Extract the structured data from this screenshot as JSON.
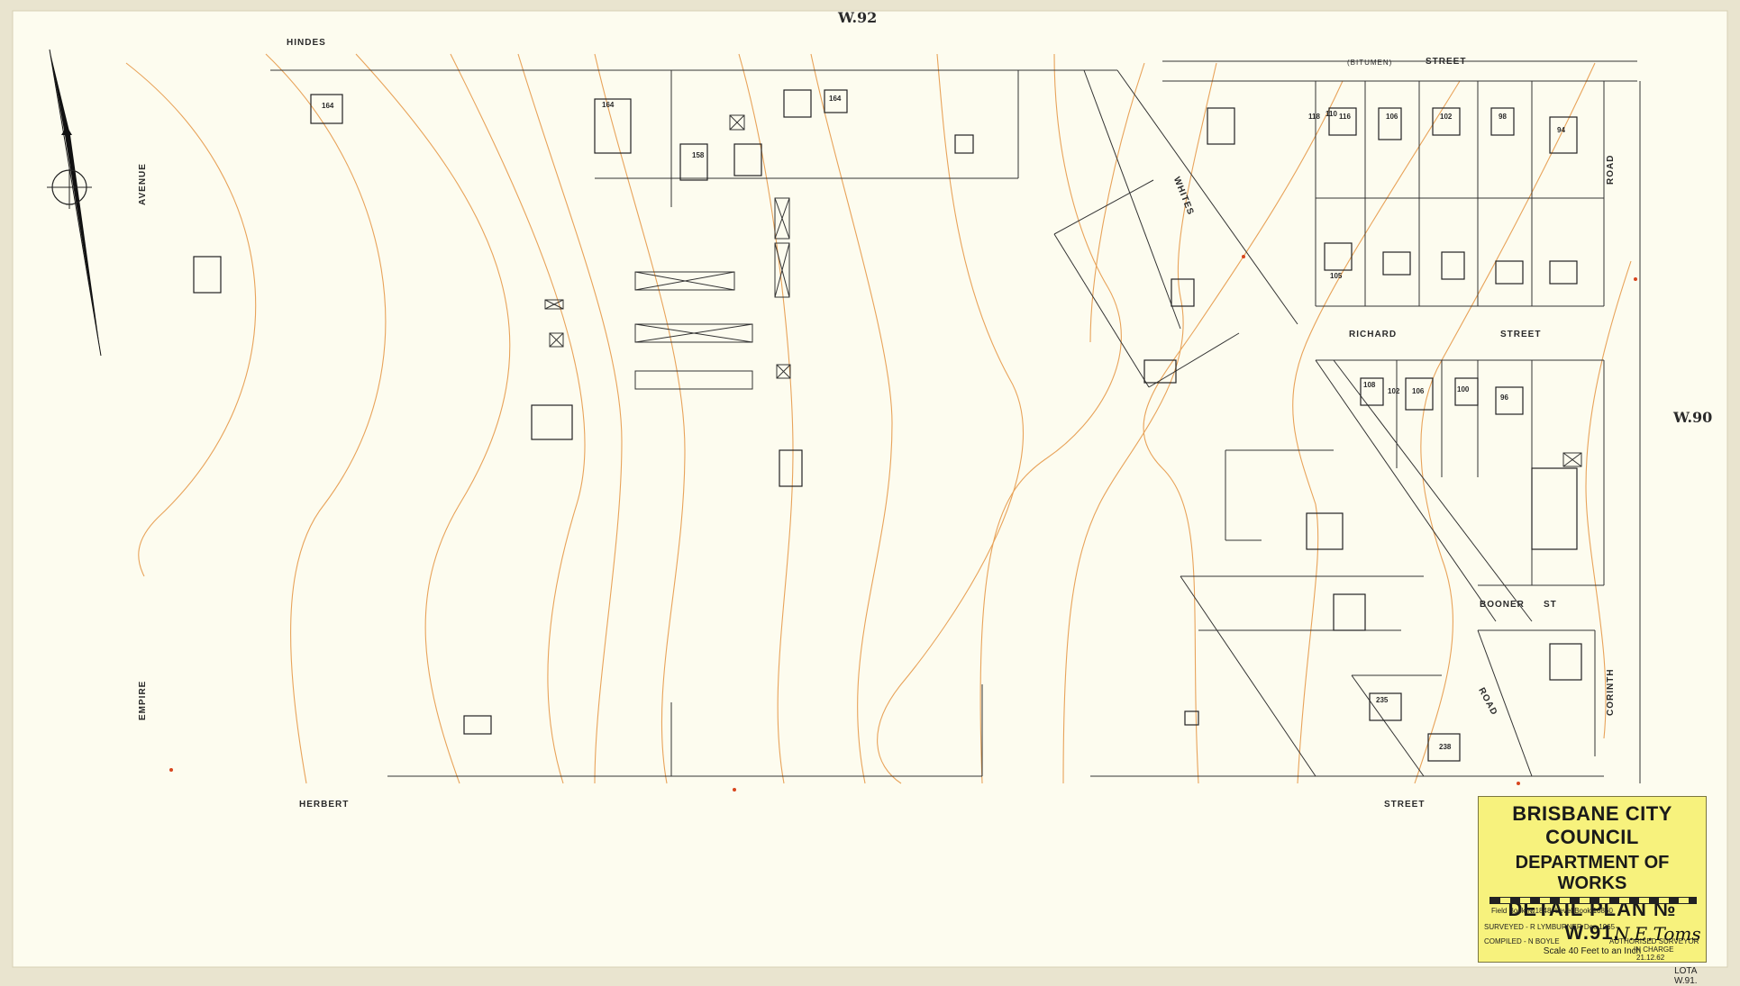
{
  "map": {
    "top_ref": "W.92",
    "right_ref": "W.90",
    "sheet_ref_1": "LOTA",
    "sheet_ref_2": "W.91.",
    "colors": {
      "paper": "#fdfcef",
      "border": "#e9e4cf",
      "ink": "#2a2a2a",
      "contour": "#e8a35a",
      "benchmark": "#d8461e",
      "title_block": "#f7f27d"
    }
  },
  "streets": {
    "hindes": "HINDES",
    "street_top": "STREET",
    "bitumen": "(BITUMEN)",
    "avenue": "AVENUE",
    "empire": "EMPIRE",
    "herbert": "HERBERT",
    "street_bottom": "STREET",
    "whites": "WHITES",
    "road_top": "ROAD",
    "richard": "RICHARD",
    "street_richard": "STREET",
    "booner": "BOONER",
    "st": "ST",
    "road_mid": "ROAD",
    "corinth": "CORINTH"
  },
  "lot_numbers": [
    "164",
    "164",
    "164",
    "158",
    "118",
    "116",
    "110",
    "106",
    "102",
    "98",
    "94",
    "105",
    "108",
    "106",
    "102",
    "100",
    "96",
    "235",
    "238"
  ],
  "title_block": {
    "line1": "BRISBANE CITY COUNCIL",
    "line2": "DEPARTMENT OF WORKS",
    "line3": "DETAIL PLAN № W.91.",
    "scale": "Scale 40 Feet to an Inch",
    "field_book": "Field Book №1848, Level Book 10860",
    "surveyed": "SURVEYED - R LYMBURNER Dec 1965",
    "compiled": "COMPILED - N BOYLE",
    "signature": "N.E.Toms",
    "authorised_1": "AUTHORISED SURVEYOR",
    "authorised_2": "IN CHARGE",
    "date": "21.12.62"
  }
}
